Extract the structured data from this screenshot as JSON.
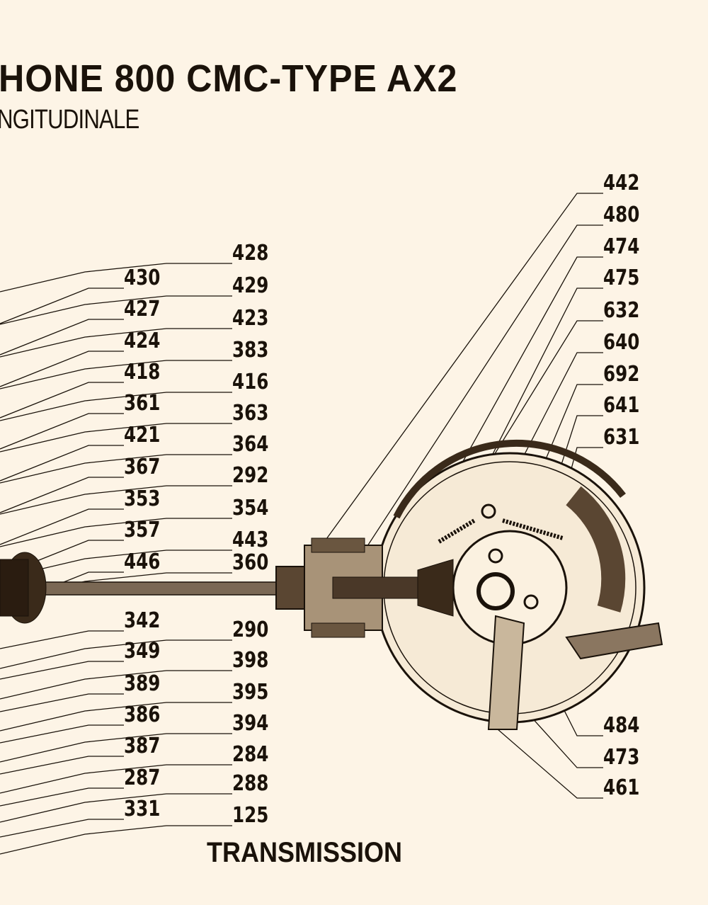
{
  "title": "HONE 800 CMC-TYPE AX2",
  "subtitle": "NGITUDINALE",
  "footer": "TRANSMISSION",
  "colors": {
    "paper": "#fdf4e6",
    "ink": "#1a120a"
  },
  "labels": {
    "left": [
      "430",
      "427",
      "424",
      "418",
      "361",
      "421",
      "367",
      "353",
      "357",
      "446",
      "342",
      "349",
      "389",
      "386",
      "387",
      "287",
      "331"
    ],
    "middle": [
      "428",
      "429",
      "423",
      "383",
      "416",
      "363",
      "364",
      "292",
      "354",
      "443",
      "360",
      "290",
      "398",
      "395",
      "394",
      "284",
      "288",
      "125"
    ],
    "right": [
      "442",
      "480",
      "474",
      "475",
      "632",
      "640",
      "692",
      "641",
      "631",
      "484",
      "473",
      "461"
    ]
  }
}
